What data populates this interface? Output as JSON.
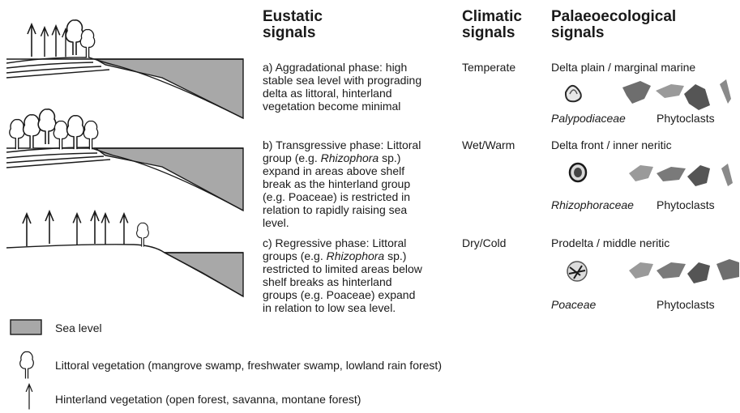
{
  "headers": {
    "eustatic": [
      "Eustatic",
      "signals"
    ],
    "climatic": [
      "Climatic",
      "signals"
    ],
    "palaeo": [
      "Palaeoecological",
      "signals"
    ]
  },
  "phases": [
    {
      "eustatic_lines": [
        {
          "parts": [
            {
              "t": "a) Aggradational phase: high"
            }
          ]
        },
        {
          "parts": [
            {
              "t": "stable sea level with prograding"
            }
          ]
        },
        {
          "parts": [
            {
              "t": "delta as littoral, hinterland"
            }
          ]
        },
        {
          "parts": [
            {
              "t": "vegetation become minimal"
            }
          ]
        }
      ],
      "climatic": "Temperate",
      "environment": "Delta plain / marginal marine",
      "pollen_label": "Palypodiaceae",
      "phytoclast_label": "Phytoclasts"
    },
    {
      "eustatic_lines": [
        {
          "parts": [
            {
              "t": "b) Transgressive phase: Littoral"
            }
          ]
        },
        {
          "parts": [
            {
              "t": "group (e.g. "
            },
            {
              "t": "Rhizophora",
              "i": true
            },
            {
              "t": " sp.)"
            }
          ]
        },
        {
          "parts": [
            {
              "t": "expand in areas above shelf"
            }
          ]
        },
        {
          "parts": [
            {
              "t": "break as the hinterland group"
            }
          ]
        },
        {
          "parts": [
            {
              "t": "(e.g. Poaceae) is restricted in"
            }
          ]
        },
        {
          "parts": [
            {
              "t": "relation to rapidly raising sea"
            }
          ]
        },
        {
          "parts": [
            {
              "t": "level."
            }
          ]
        }
      ],
      "climatic": "Wet/Warm",
      "environment": "Delta front / inner neritic",
      "pollen_label": "Rhizophoraceae",
      "phytoclast_label": "Phytoclasts"
    },
    {
      "eustatic_lines": [
        {
          "parts": [
            {
              "t": "c) Regressive phase: Littoral"
            }
          ]
        },
        {
          "parts": [
            {
              "t": "groups (e.g. "
            },
            {
              "t": "Rhizophora",
              "i": true
            },
            {
              "t": " sp.)"
            }
          ]
        },
        {
          "parts": [
            {
              "t": "restricted to limited areas below"
            }
          ]
        },
        {
          "parts": [
            {
              "t": "shelf breaks as hinterland"
            }
          ]
        },
        {
          "parts": [
            {
              "t": "groups (e.g. Poaceae) expand"
            }
          ]
        },
        {
          "parts": [
            {
              "t": "in relation to low sea level."
            }
          ]
        }
      ],
      "climatic": "Dry/Cold",
      "environment": "Prodelta / middle neritic",
      "pollen_label": "Poaceae",
      "phytoclast_label": "Phytoclasts"
    }
  ],
  "legend": {
    "sea_level": "Sea level",
    "littoral": "Littoral vegetation (mangrove swamp, freshwater swamp, lowland rain forest)",
    "hinterland": "Hinterland vegetation (open forest, savanna, montane forest)"
  },
  "colors": {
    "sea": "#a8a8a8",
    "line": "#1a1a1a",
    "text": "#1a1a1a"
  }
}
